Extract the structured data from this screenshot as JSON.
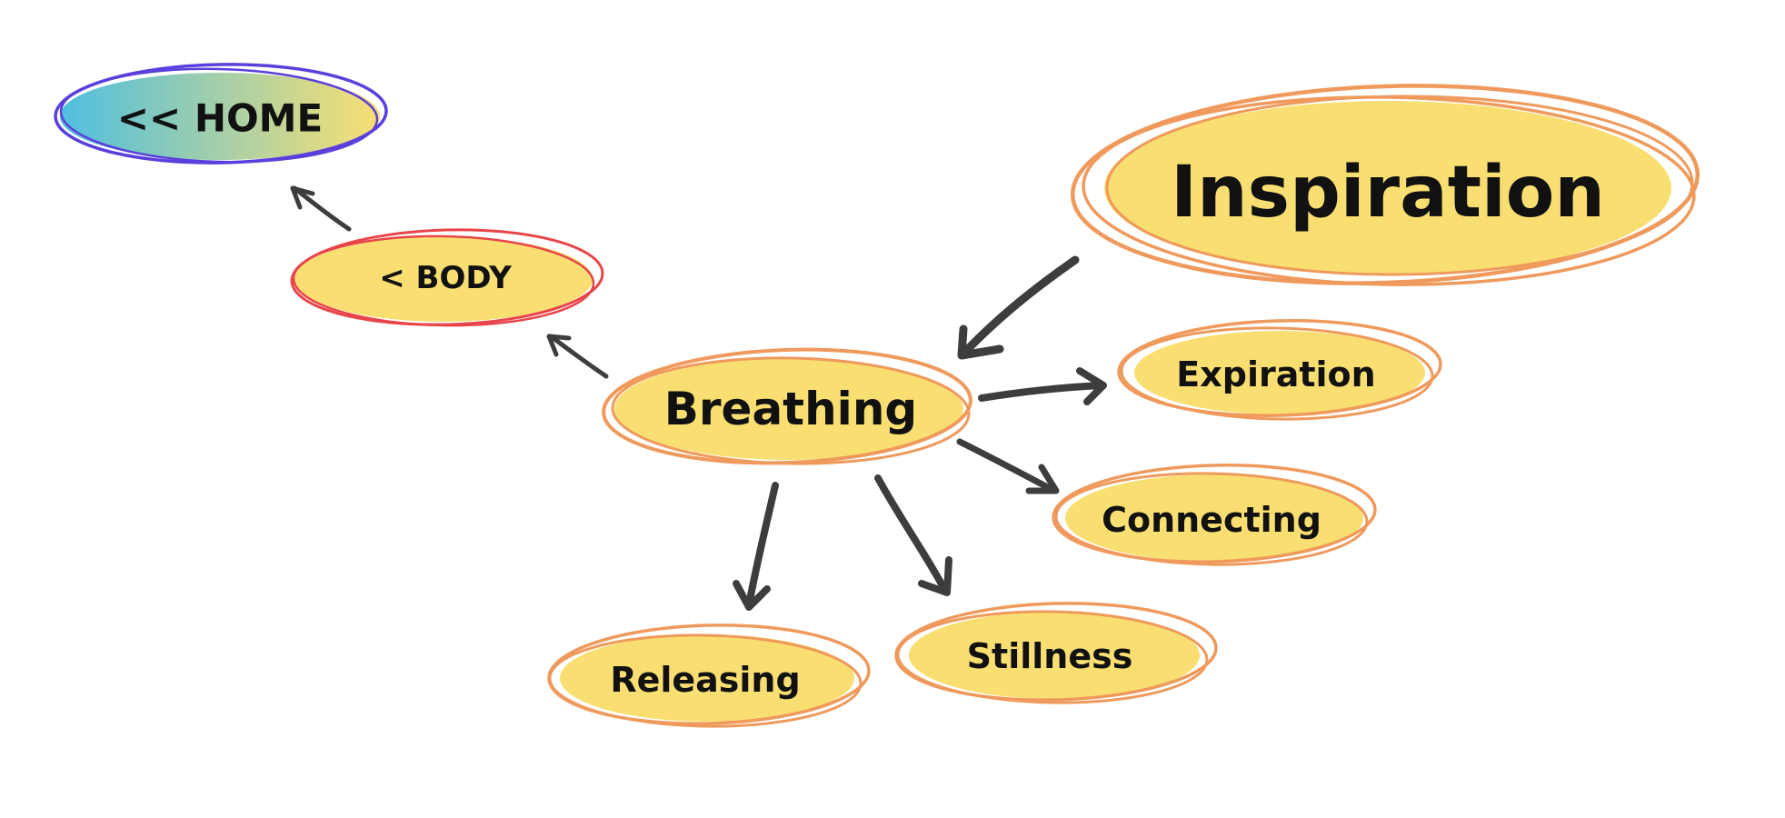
{
  "colors": {
    "bubble_fill": "#f9df72",
    "ring_orange": "#ef9a5c",
    "ring_red": "#e8454a",
    "ring_purple": "#5b3fdc",
    "home_gradient_start": "#4fbfe0",
    "home_gradient_end": "#f9df72",
    "arrow": "#3d3d3d",
    "text": "#111111"
  },
  "nodes": {
    "home": {
      "label": "<< HOME"
    },
    "body": {
      "label": "< BODY"
    },
    "inspiration": {
      "label": "Inspiration"
    },
    "breathing": {
      "label": "Breathing"
    },
    "expiration": {
      "label": "Expiration"
    },
    "connecting": {
      "label": "Connecting"
    },
    "releasing": {
      "label": "Releasing"
    },
    "stillness": {
      "label": "Stillness"
    }
  },
  "edges": [
    {
      "from": "body",
      "to": "home"
    },
    {
      "from": "breathing",
      "to": "body"
    },
    {
      "from": "inspiration",
      "to": "breathing"
    },
    {
      "from": "breathing",
      "to": "expiration"
    },
    {
      "from": "breathing",
      "to": "connecting"
    },
    {
      "from": "breathing",
      "to": "releasing"
    },
    {
      "from": "breathing",
      "to": "stillness"
    }
  ]
}
